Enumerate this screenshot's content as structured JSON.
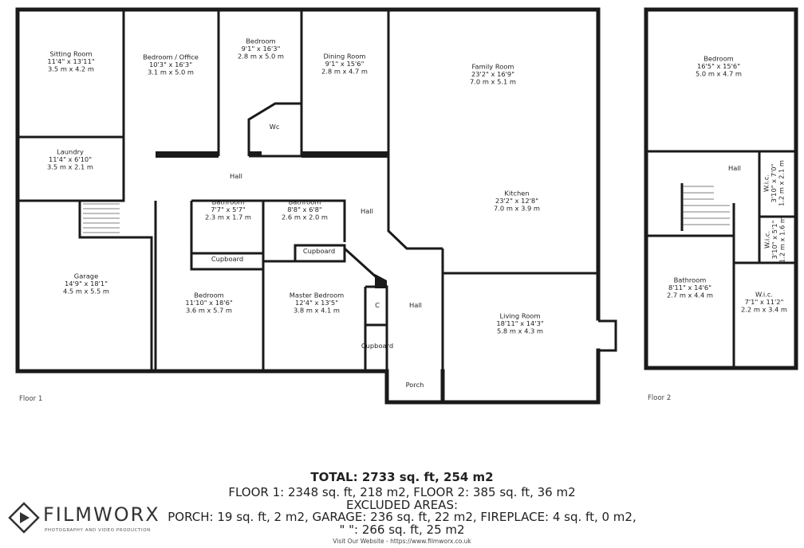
{
  "floor1_label": "Floor 1",
  "floor2_label": "Floor 2",
  "rooms": [
    {
      "id": "sitting-room",
      "name": "Sitting Room",
      "imp": "11'4\" x 13'11\"",
      "met": "3.5 m x 4.2 m"
    },
    {
      "id": "bedroom-office",
      "name": "Bedroom / Office",
      "imp": "10'3\" x 16'3\"",
      "met": "3.1 m x 5.0 m"
    },
    {
      "id": "bedroom-top",
      "name": "Bedroom",
      "imp": "9'1\" x 16'3\"",
      "met": "2.8 m x 5.0 m"
    },
    {
      "id": "dining-room",
      "name": "Dining Room",
      "imp": "9'1\" x 15'6\"",
      "met": "2.8 m x 4.7 m"
    },
    {
      "id": "family-room",
      "name": "Family Room",
      "imp": "23'2\" x 16'9\"",
      "met": "7.0 m x 5.1 m"
    },
    {
      "id": "wc",
      "name": "Wc",
      "imp": "",
      "met": ""
    },
    {
      "id": "laundry",
      "name": "Laundry",
      "imp": "11'4\" x 6'10\"",
      "met": "3.5 m x 2.1 m"
    },
    {
      "id": "hall-main",
      "name": "Hall",
      "imp": "",
      "met": ""
    },
    {
      "id": "hall-side",
      "name": "Hall",
      "imp": "",
      "met": ""
    },
    {
      "id": "kitchen",
      "name": "Kitchen",
      "imp": "23'2\" x 12'8\"",
      "met": "7.0 m x 3.9 m"
    },
    {
      "id": "bathroom-1",
      "name": "Bathroom",
      "imp": "7'7\" x 5'7\"",
      "met": "2.3 m x 1.7 m"
    },
    {
      "id": "bathroom-2",
      "name": "Bathroom",
      "imp": "8'8\" x 6'8\"",
      "met": "2.6 m x 2.0 m"
    },
    {
      "id": "cupboard-1",
      "name": "Cupboard",
      "imp": "",
      "met": ""
    },
    {
      "id": "cupboard-2",
      "name": "Cupboard",
      "imp": "",
      "met": ""
    },
    {
      "id": "garage",
      "name": "Garage",
      "imp": "14'9\" x 18'1\"",
      "met": "4.5 m x 5.5 m"
    },
    {
      "id": "bedroom-mid",
      "name": "Bedroom",
      "imp": "11'10\" x 18'6\"",
      "met": "3.6 m x 5.7 m"
    },
    {
      "id": "master-bedroom",
      "name": "Master Bedroom",
      "imp": "12'4\" x 13'5\"",
      "met": "3.8 m x 4.1 m"
    },
    {
      "id": "c-closet",
      "name": "C",
      "imp": "",
      "met": ""
    },
    {
      "id": "cupboard-3",
      "name": "Cupboard",
      "imp": "",
      "met": ""
    },
    {
      "id": "hall-entry",
      "name": "Hall",
      "imp": "",
      "met": ""
    },
    {
      "id": "living-room",
      "name": "Living Room",
      "imp": "18'11\" x 14'3\"",
      "met": "5.8 m x 4.3 m"
    },
    {
      "id": "porch",
      "name": "Porch",
      "imp": "",
      "met": ""
    },
    {
      "id": "bedroom-f2",
      "name": "Bedroom",
      "imp": "16'5\" x 15'6\"",
      "met": "5.0 m x 4.7 m"
    },
    {
      "id": "hall-f2",
      "name": "Hall",
      "imp": "",
      "met": ""
    },
    {
      "id": "wic-1",
      "name": "W.i.c.",
      "imp": "3'10\" x 7'0\"",
      "met": "1.2 m x 2.1 m"
    },
    {
      "id": "wic-2",
      "name": "W.i.c.",
      "imp": "3'10\" x 5'1\"",
      "met": "1.2 m x 1.6 m"
    },
    {
      "id": "bathroom-f2",
      "name": "Bathroom",
      "imp": "8'11\" x 14'6\"",
      "met": "2.7 m x 4.4 m"
    },
    {
      "id": "wic-3",
      "name": "W.i.c.",
      "imp": "7'1\" x 11'2\"",
      "met": "2.2 m x 3.4 m"
    }
  ],
  "summary": {
    "total": "TOTAL: 2733 sq. ft, 254 m2",
    "floors": "FLOOR 1: 2348 sq. ft, 218 m2, FLOOR 2: 385 sq. ft, 36 m2",
    "excluded": "EXCLUDED AREAS:",
    "areas": "PORCH: 19 sq. ft, 2 m2, GARAGE: 236 sq. ft, 22 m2, FIREPLACE: 4 sq. ft, 0 m2,",
    "areas2": "\" \": 266 sq. ft, 25 m2",
    "website": "Visit Our Website - https://www.filmworx.co.uk"
  },
  "logo": {
    "name": "FILMWORX",
    "tagline": "PHOTOGRAPHY AND VIDEO PRODUCTION"
  },
  "colors": {
    "wall": "#1a1a1a",
    "background": "#ffffff",
    "text": "#222222"
  }
}
